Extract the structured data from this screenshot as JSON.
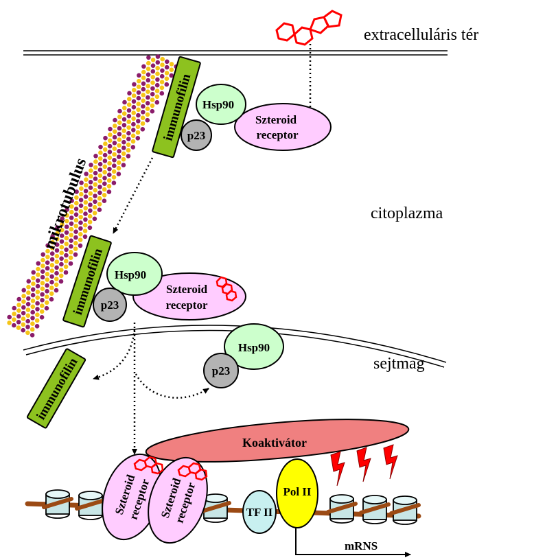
{
  "regions": {
    "extracellular": "extracelluláris tér",
    "cytoplasm": "citoplazma",
    "nucleus": "sejtmag"
  },
  "labels": {
    "microtubule": "mikrotubulus",
    "immunophilin": "immunofilin",
    "hsp90": "Hsp90",
    "p23": "p23",
    "receptor_line1": "Szteroid",
    "receptor_line2": "receptor",
    "coactivator": "Koaktivátor",
    "tf2": "TF II",
    "pol2": "Pol II",
    "mrna": "mRNS"
  },
  "colors": {
    "immunophilin_fill": "#8dc21f",
    "hsp90_fill": "#ccffcc",
    "p23_fill": "#b3b3b3",
    "receptor_fill": "#ffccff",
    "coactivator_fill": "#f08080",
    "tf2_fill": "#c8f0f0",
    "pol2_fill": "#ffff00",
    "steroid_stroke": "#ff0000",
    "dna_strand": "#9b4a14",
    "microtubule_yellow": "#f5c518",
    "microtubule_purple": "#8a1c6a"
  }
}
